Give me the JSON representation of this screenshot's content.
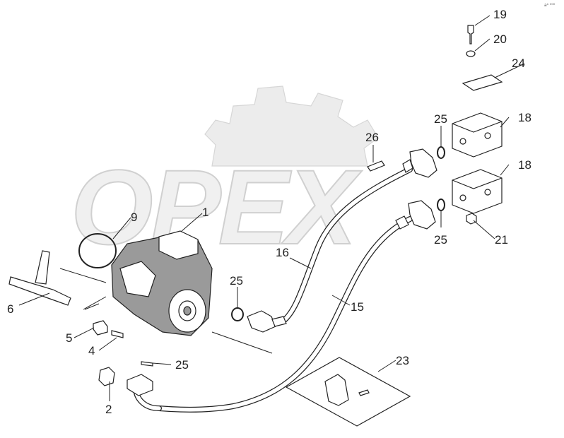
{
  "watermark": {
    "text": "OPEX",
    "color": "#e6e6e6"
  },
  "corner_code": "aᵃ ⁰⁰⁰",
  "callouts": [
    {
      "id": "c1",
      "label": "1"
    },
    {
      "id": "c2",
      "label": "2"
    },
    {
      "id": "c4",
      "label": "4"
    },
    {
      "id": "c5",
      "label": "5"
    },
    {
      "id": "c6",
      "label": "6"
    },
    {
      "id": "c9",
      "label": "9"
    },
    {
      "id": "c15",
      "label": "15"
    },
    {
      "id": "c16",
      "label": "16"
    },
    {
      "id": "c18a",
      "label": "18"
    },
    {
      "id": "c18b",
      "label": "18"
    },
    {
      "id": "c19",
      "label": "19"
    },
    {
      "id": "c20",
      "label": "20"
    },
    {
      "id": "c21",
      "label": "21"
    },
    {
      "id": "c23",
      "label": "23"
    },
    {
      "id": "c24",
      "label": "24"
    },
    {
      "id": "c25a",
      "label": "25"
    },
    {
      "id": "c25b",
      "label": "25"
    },
    {
      "id": "c25c",
      "label": "25"
    },
    {
      "id": "c25d",
      "label": "25"
    },
    {
      "id": "c26",
      "label": "26"
    }
  ],
  "colors": {
    "line": "#222222",
    "part_fill": "#ffffff",
    "shade": "#9a9a9a"
  }
}
